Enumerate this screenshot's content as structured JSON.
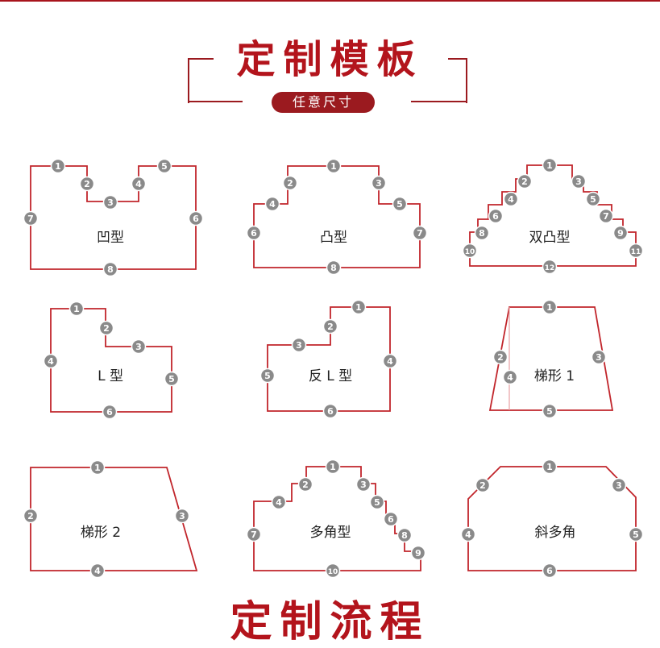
{
  "header": {
    "title": "定制模板",
    "subtitle": "任意尺寸"
  },
  "footer": {
    "title": "定制流程"
  },
  "colors": {
    "accent": "#b3141c",
    "outline": "#c1252b",
    "badge": "#8a8a8a"
  },
  "shapes": [
    {
      "id": "ao",
      "label": "凹型"
    },
    {
      "id": "tu",
      "label": "凸型"
    },
    {
      "id": "shuang-tu",
      "label": "双凸型"
    },
    {
      "id": "l",
      "label": "L 型"
    },
    {
      "id": "fan-l",
      "label": "反 L 型"
    },
    {
      "id": "tixing1",
      "label": "梯形 1"
    },
    {
      "id": "tixing2",
      "label": "梯形 2"
    },
    {
      "id": "duojiao",
      "label": "多角型"
    },
    {
      "id": "xie-duojiao",
      "label": "斜多角"
    }
  ]
}
